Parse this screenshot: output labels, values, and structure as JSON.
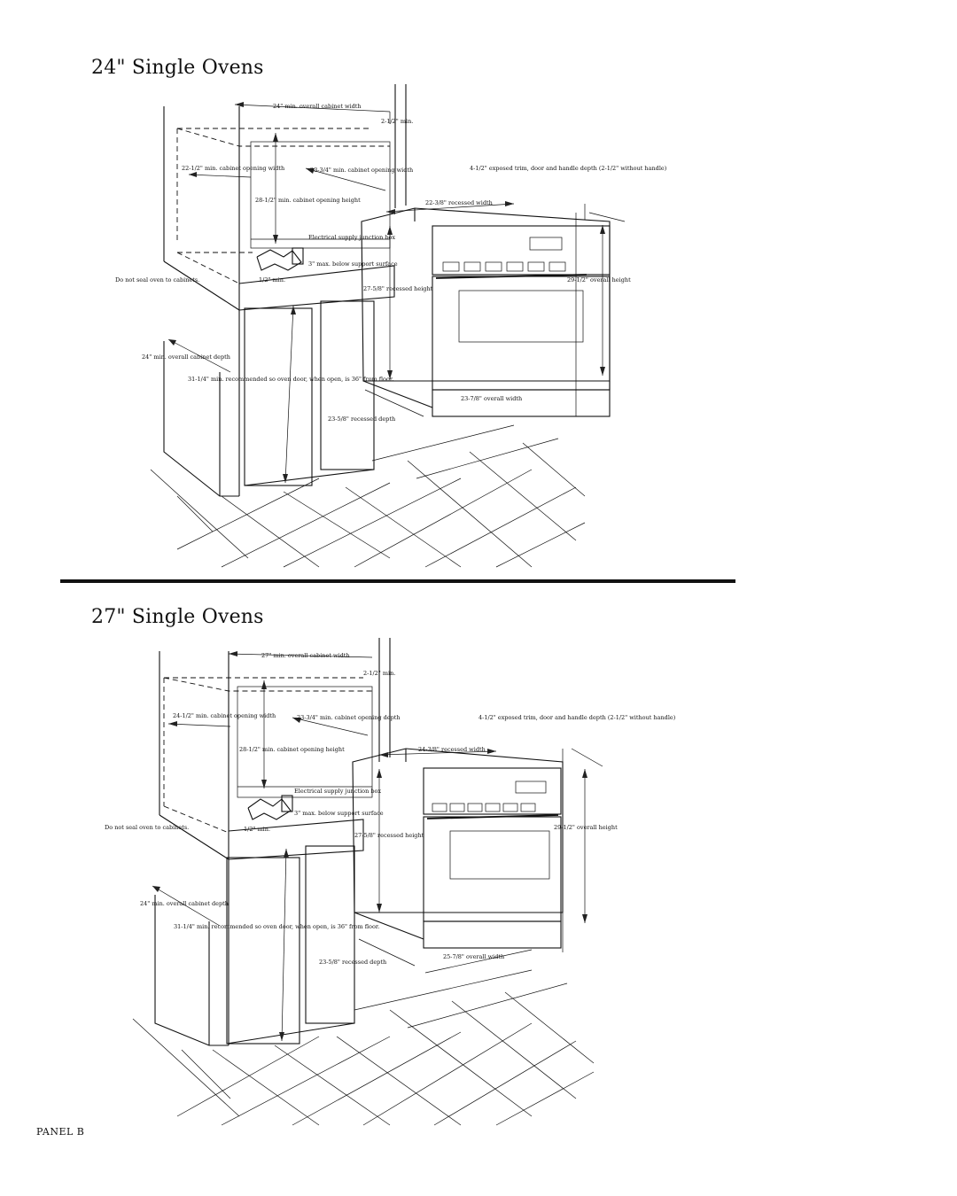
{
  "page": {
    "panel_label": "PANEL B"
  },
  "diagram_top": {
    "title": "24\" Single Ovens",
    "labels": {
      "overall_width": "24\" min. overall cabinet width",
      "min_gap": "2-1/2\" min.",
      "cab_opening_width": "22-1/2\" min. cabinet opening width",
      "cab_opening_depth": "23-3/4\" min. cabinet opening width",
      "cab_opening_height": "28-1/2\" min. cabinet opening height",
      "electrical": "Electrical supply junction box",
      "max_below": "3\" max. below support surface",
      "half_min": "1/2\" min.",
      "do_not_seal": "Do not seal oven to cabinets.",
      "cab_depth": "24\" min. overall cabinet depth",
      "recommended": "31-1/4\" min. recommended so oven door, when open, is 36\" from floor.",
      "recessed_width": "22-3/8\" recessed width",
      "exposed_trim": "4-1/2\" exposed trim, door and handle depth (2-1/2\" without handle)",
      "recessed_height": "27-5/8\" recessed height",
      "overall_height": "29-1/2\" overall height",
      "overall_width_oven": "23-7/8\" overall width",
      "recessed_depth": "23-5/8\" recessed depth"
    }
  },
  "diagram_bottom": {
    "title": "27\" Single Ovens",
    "labels": {
      "overall_width": "27\" min. overall cabinet width",
      "min_gap": "2-1/2\" min.",
      "cab_opening_width": "24-1/2\" min. cabinet opening width",
      "cab_opening_depth": "23-3/4\" min. cabinet opening depth",
      "cab_opening_height": "28-1/2\" min. cabinet opening height",
      "electrical": "Electrical supply junction box",
      "max_below": "3\" max. below support surface",
      "half_min": "1/2\" min.",
      "do_not_seal": "Do not seal oven to cabinets.",
      "cab_depth": "24\" min. overall cabinet depth",
      "recommended": "31-1/4\" min. recommended so oven door, when open, is 36\" from floor.",
      "recessed_width": "24-3/8\" recessed width",
      "exposed_trim": "4-1/2\" exposed trim, door and handle depth (2-1/2\" without handle)",
      "recessed_height": "27-5/8\" recessed height",
      "overall_height": "29-1/2\" overall height",
      "overall_width_oven": "25-7/8\" overall width",
      "recessed_depth": "23-5/8\" recessed depth"
    }
  }
}
